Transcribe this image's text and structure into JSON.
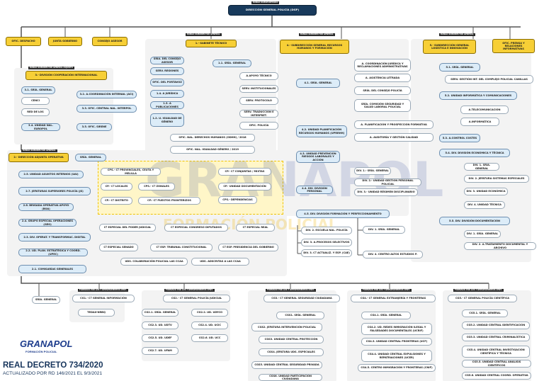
{
  "colors": {
    "accent": "#f7cf36",
    "dark": "#183a5c",
    "light": "#dcecf8",
    "line": "#555555"
  },
  "top": {
    "tag": "RANGO SUBSECRETARIO",
    "title": "DIRECCIÓN GENERAL POLICÍA (DGP)"
  },
  "top_units": {
    "despacho": "OFIC. DESPACHO",
    "junta": "JUNTA GOBIERNO",
    "consejo": "CONSEJO ASESOR",
    "prensa": "OFIC. PRENSA Y RELACIONES INFORMATIVAS"
  },
  "gabinete": {
    "tag": "RANGO SUBDIRECTOR GENERAL",
    "title": "1.- GABINETE TÉCNICO",
    "left": [
      "SRÍA. DEL CONSEJO ASESOR",
      "SERV. REGIONES",
      "OFIC. DEL PORTAVOZ",
      "1.4. A JURÍDICA",
      "1.3. A PUBLICACIONES",
      "1.2. U. IGUALDAD DE GÉNERO"
    ],
    "sria": "1.1. SRÍA. GENERAL",
    "right": [
      "A.APOYO TÉCNICO",
      "SERV. INSTITUCIONALES",
      "SERV. PROTOCOLO",
      "SERV. TRADUCCIÓN E INTERPRET.",
      "OFIC. POLICÍA"
    ],
    "ofic": [
      "OFIC. NAL. DERECHOS HUMANOS (ODHH) / 2018",
      "OFIC. NAL. IGUALDAD GÉNERO / 2019"
    ]
  },
  "rrhh": {
    "tag": "RANGO SUBDIRECTOR GENERAL",
    "title": "4.- SUBDIRECCIÓN GENERAL RECURSOS HUMANOS Y FORMACIÓN",
    "sria": "4.1. SRÍA. GENERAL",
    "sria_children": [
      "A. COORDINACIÓN JURÍDICA Y RECLAMACIONES ADMINISTRATIVAS",
      "A. ASISTENCIA LETRADA",
      "SRÍA. DEL CONSEJO POLICÍA",
      "SRÍA. COMISIÓN SEGURIDAD Y SALUD LABORAL POLICIAL"
    ],
    "plan": "4.2. UNIDAD PLANIFICACIÓN RECURSOS HUMANOS (UPRRHH)",
    "plan_children": [
      "A. PLANIFICACIÓN Y PROSPECCIÓN FORMATIVA",
      "A. AUDITORÍA Y GESTIÓN CALIDAD"
    ],
    "riesgos": "4.3. UNIDAD PREVENCIÓN RIESGOS LABORALES Y ACCIÓN",
    "personal": "4.4. DIV. DIVISIÓN PERSONAL",
    "personal_children": [
      "DIV. 1.- SRÍA. GENERAL",
      "DIV. 2.- UNIDAD GESTIÓN PERSONAL POLICIAL",
      "DIV. 3.- UNIDAD RÉGIMEN DISCIPLINARIO"
    ],
    "formacion": "4.5. DIV. DIVISIÓN FORMACIÓN Y PERFECCIONAMIENTO",
    "form_left": [
      "DIV. 2. ESCUELA NAL. POLICÍA",
      "DIV. 3. A.PROCESOS SELECTIVOS",
      "DIV. 3. Cª ACTUALIZ. Y ESP. (CAE)"
    ],
    "form_right": [
      "DIV. 1. SRÍA. GENERAL",
      "DIV. 4. CENTRO ALTOS ESTUDIOS P."
    ]
  },
  "logistica": {
    "tag": "RANGO SUBDIRECTOR GENERAL",
    "title": "5.- SUBDIRECCIÓN GENERAL LOGÍSTICA E INNOVACIÓN",
    "sria": "5.1. SRÍA. GENERAL",
    "sria_child": "SERV. GESTIÓN INT. DEL COMPLEJO POLICIAL CANILLAS",
    "uic": "5.2. UNIDAD INFORMÁTICA Y COMUNICACIONES",
    "uic_children": [
      "A.TELECOMUNICACIÓN",
      "A.INFORMÁTICA"
    ],
    "control": "5.3. A.CONTROL COSTES",
    "economica": "5.4. DIV. DIVISIÓN ECONÓMICA Y TÉCNICA",
    "eco_children": [
      "DIV. 1. SRÍA. GENERAL",
      "DIV. 2. JEFATURA SISTEMAS ESPECIALES",
      "DIV. 3. UNIDAD ECONÓMICA",
      "DIV. 4. UNIDAD TÉCNICA"
    ],
    "documentacion": "5.5. DIV. DIVISIÓN DOCUMENTACIÓN",
    "doc_children": [
      "DIV. 1. SRÍA. GENERAL",
      "DIV. 2. A.TRATAMIENTO DOCUMENTAL Y ARCHIVO"
    ]
  },
  "cooperacion": {
    "tag": "RANGO SUBDIRECTOR GENERAL ADJUNTO",
    "title": "3.- DIVISIÓN COOPERACIÓN INTERNACIONAL",
    "items": [
      "3.1. SRÍA. GENERAL",
      "CENCI",
      "RED DE LOS",
      "3.4. UNIDAD NAL. EUROPOL"
    ],
    "right": [
      "3.2. A.COORDINACIÓN INTERNAL (ACI)",
      "3.3. OFIC. CENTRAL NAL. INTERPOL",
      "3.5. OFIC. SIRENE"
    ]
  },
  "dao": {
    "tag": "RANGO SUBDIRECTOR GENERAL",
    "title": "2.- DIRECCIÓN ADJUNTA OPERATIVA",
    "sria": "SRÍA. GENERAL",
    "items": [
      "2.5. UNIDAD ASUNTOS INTERNOS (UAI)",
      "2.7. JEFATURAS SUPERIORES POLICÍA (JS)",
      "2.6. BRIGADA OPERATIVA APOYO (BOA)",
      "2.4. GRUPO ESPECIAL OPERACIONES (GEO)",
      "2.3. DIV. OPERAT. Y TRANSFORMAC. DIGITAL",
      "2.2. UD. PLAN. ESTRATÉGICA Y COORD. (UPEC)",
      "2.1. COMISARÍAS GENERALES"
    ],
    "comisarias_mid": [
      "CPS.- Cª PROVINCIALES, CEUTA Y MELILLA",
      "CP.- Cª LOCALES",
      "CP.- Cª DISTRITO"
    ],
    "comisarias_mid2": [
      "CPS.- Cª ZONALES",
      "CP.- Cª PUESTOS FRONTERIZOS"
    ],
    "comisarias_right": [
      "CP.- Cª CONJUNTAS / MIXTAS",
      "CP.- UNIDAD DOCUMENTACIÓN",
      "CPS.- DEPENDENCIAS"
    ],
    "div_items": [
      "Cª ESPECIAL DEL PODER JUDICIAL",
      "Cª ESPECIAL CONGRESO DIPUTADOS",
      "Cª ESPECIAL REAL",
      "Cª ESPECIAL SENADO",
      "Cª ESP. TRIBUNAL CONSTITUCIONAL",
      "Cª ESP. PRESIDENCIA DEL GOBIERNO"
    ],
    "ccaa": [
      "UDS. COLABORACIÓN POLICIAL LAS CCAA",
      "UDS. ADSCRITAS A LAS CCAA"
    ]
  },
  "bottom": {
    "tag": "FORMADO POR LOS 7 DEPARTAMENTOS CENT.",
    "info": {
      "title": "CG1.- Cª GENERAL INFORMACIÓN",
      "children": [
        "SRÍA. GENERAL",
        "TEDAX-NRBQ"
      ]
    },
    "judicial": {
      "title": "CG2.- Cª GENERAL POLICÍA JUDICIAL",
      "children": [
        "CG2.1. SRÍA. GENERAL",
        "CG2.3. UD. UDTV",
        "CG2.5. UD. UDEF",
        "CG2.7. UD. UFAM",
        "CG2.2. UD. UDYCO",
        "CG2.4. UD. UCIC",
        "CG2.6. UD. UCC"
      ]
    },
    "seguridad": {
      "title": "CG3.- Cª GENERAL SEGURIDAD CIUDADANA",
      "children": [
        "CGS1. SRÍA. GENERAL",
        "CGS2. JEFATURA INTERVENCIÓN POLICIAL",
        "CGS3. UNIDAD CENTRAL PROTECCIÓN",
        "CGS4. JEFATURA UDS. ESPECIALES",
        "CGS5. UNIDAD CENTRAL SEGURIDAD PRIVADA",
        "CGS6. UNIDAD PARTICIPACIÓN CIUDADANA"
      ]
    },
    "extranjeria": {
      "title": "CG4.- Cª GENERAL EXTRANJERÍA Y FRONTERAS",
      "children": [
        "CG4.1. SRÍA. GENERAL",
        "CG4.2. UD. REDES INMIGRACIÓN ILEGAL Y FALSEDADES DOCUMENTALES (UCRIF)",
        "CG4.3. UNIDAD CENTRAL FRONTERAS (UCF)",
        "CG4.4. UNIDAD CENTRAL EXPULSIONES Y REPATRIACIONES (UCER)",
        "CG4.5. CENTRO INMIGRACIÓN Y FRONTERAS (CNIF)"
      ]
    },
    "cientifica": {
      "title": "CG5.- Cª GENERAL POLICÍA CIENTÍFICA",
      "children": [
        "CG5.1. SRÍA. GENERAL",
        "CG5.2. UNIDAD CENTRAL IDENTIFICACIÓN",
        "CG5.3. UNIDAD CENTRAL CRIMINALÍSTICA",
        "CG5.4. UNIDAD CENTRAL INVESTIGACIÓN CIENTÍFICA Y TÉCNICA",
        "CG5.5. UNIDAD CENTRAL ANÁLISIS CIENTÍFICOS",
        "CG5.6. UNIDAD CENTRAL COORD. OPERATIVA"
      ]
    }
  },
  "watermark": {
    "text": "GRANAPOL",
    "sub": "FORMACIÓN POLICIAL"
  },
  "logo": {
    "name": "GRANAPOL",
    "sub": "FORMACIÓN POLICIAL"
  },
  "decree": {
    "title": "REAL DECRETO 734/2020",
    "subtitle": "ACTUALIZADO POR RD 146/2021 EL 9/3/2021"
  }
}
